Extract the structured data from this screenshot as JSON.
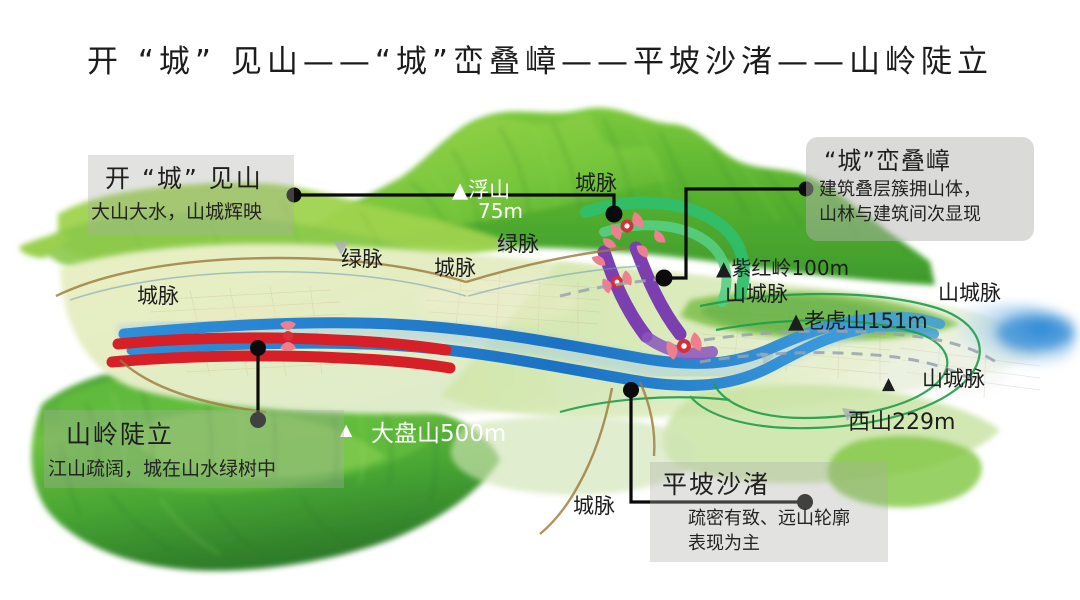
{
  "page": {
    "title": "开 “城” 见山——“城”峦叠嶂——平坡沙渚——山岭陡立",
    "background": "#ffffff"
  },
  "colors": {
    "ink": "#1d1d1d",
    "panel_grey": "rgba(170,172,168,0.34)",
    "green_hill_dark": "#2e8b2e",
    "green_hill_light": "#8fd34a",
    "river_blue": "#1f7fd0",
    "rail_red": "#d61f26",
    "corridor_purple": "#7b3fb0",
    "corridor_green": "#2fbf6a",
    "node_pink": "#ef7e8e",
    "road_green_line": "#1e9e4a",
    "plain_cream": "#e9efc9"
  },
  "callouts": [
    {
      "id": "kai-cheng-jian-shan",
      "title": "开 “城” 见山",
      "body": [
        "大山大水，山城辉映"
      ],
      "shape": "rect"
    },
    {
      "id": "cheng-luan-die-zhang",
      "title": "“城”峦叠嶂",
      "body": [
        "建筑叠层簇拥山体，",
        "山林与建筑间次显现"
      ],
      "shape": "round"
    },
    {
      "id": "shan-ling-dou-li",
      "title": "山岭陡立",
      "body": [
        "江山疏阔，城在山水绿树中"
      ],
      "shape": "rect"
    },
    {
      "id": "ping-po-sha-zhu",
      "title": "平坡沙渚",
      "body": [
        "疏密有致、远山轮廓",
        "表现为主"
      ],
      "shape": "rect"
    }
  ],
  "map_labels": [
    {
      "id": "fushan",
      "text": "浮山",
      "marker": "▲",
      "color": "white",
      "unit": ""
    },
    {
      "id": "fushan-alt",
      "text": "75m",
      "marker": "",
      "color": "white",
      "unit": "m"
    },
    {
      "id": "chengmai-1",
      "text": "城脉",
      "marker": "",
      "color": "ink",
      "unit": ""
    },
    {
      "id": "chengmai-2",
      "text": "城脉",
      "marker": "",
      "color": "ink",
      "unit": ""
    },
    {
      "id": "chengmai-3",
      "text": "城脉",
      "marker": "",
      "color": "ink",
      "unit": ""
    },
    {
      "id": "chengmai-4",
      "text": "城脉",
      "marker": "",
      "color": "ink",
      "unit": ""
    },
    {
      "id": "lvmai-1",
      "text": "绿脉",
      "marker": "",
      "color": "ink",
      "unit": ""
    },
    {
      "id": "lvmai-2",
      "text": "绿脉",
      "marker": "",
      "color": "ink",
      "unit": ""
    },
    {
      "id": "zihongling",
      "text": "紫红岭100m",
      "marker": "▲",
      "color": "ink",
      "unit": "m"
    },
    {
      "id": "laohushan",
      "text": "老虎山151m",
      "marker": "▲",
      "color": "ink",
      "unit": "m"
    },
    {
      "id": "xishan",
      "text": "西山229m",
      "marker": "▲",
      "color": "ink",
      "unit": "m"
    },
    {
      "id": "dapanshan",
      "text": "大盘山500m",
      "marker": "▲",
      "color": "white",
      "unit": "m"
    },
    {
      "id": "shanchengmai-1",
      "text": "山城脉",
      "marker": "",
      "color": "ink",
      "unit": ""
    },
    {
      "id": "shanchengmai-2",
      "text": "山城脉",
      "marker": "",
      "color": "ink",
      "unit": ""
    },
    {
      "id": "shanchengmai-3",
      "text": "山城脉",
      "marker": "",
      "color": "ink",
      "unit": ""
    }
  ],
  "peaks": [
    {
      "name": "浮山",
      "elevation_m": 75
    },
    {
      "name": "紫红岭",
      "elevation_m": 100
    },
    {
      "name": "老虎山",
      "elevation_m": 151
    },
    {
      "name": "西山",
      "elevation_m": 229
    },
    {
      "name": "大盘山",
      "elevation_m": 500
    }
  ]
}
